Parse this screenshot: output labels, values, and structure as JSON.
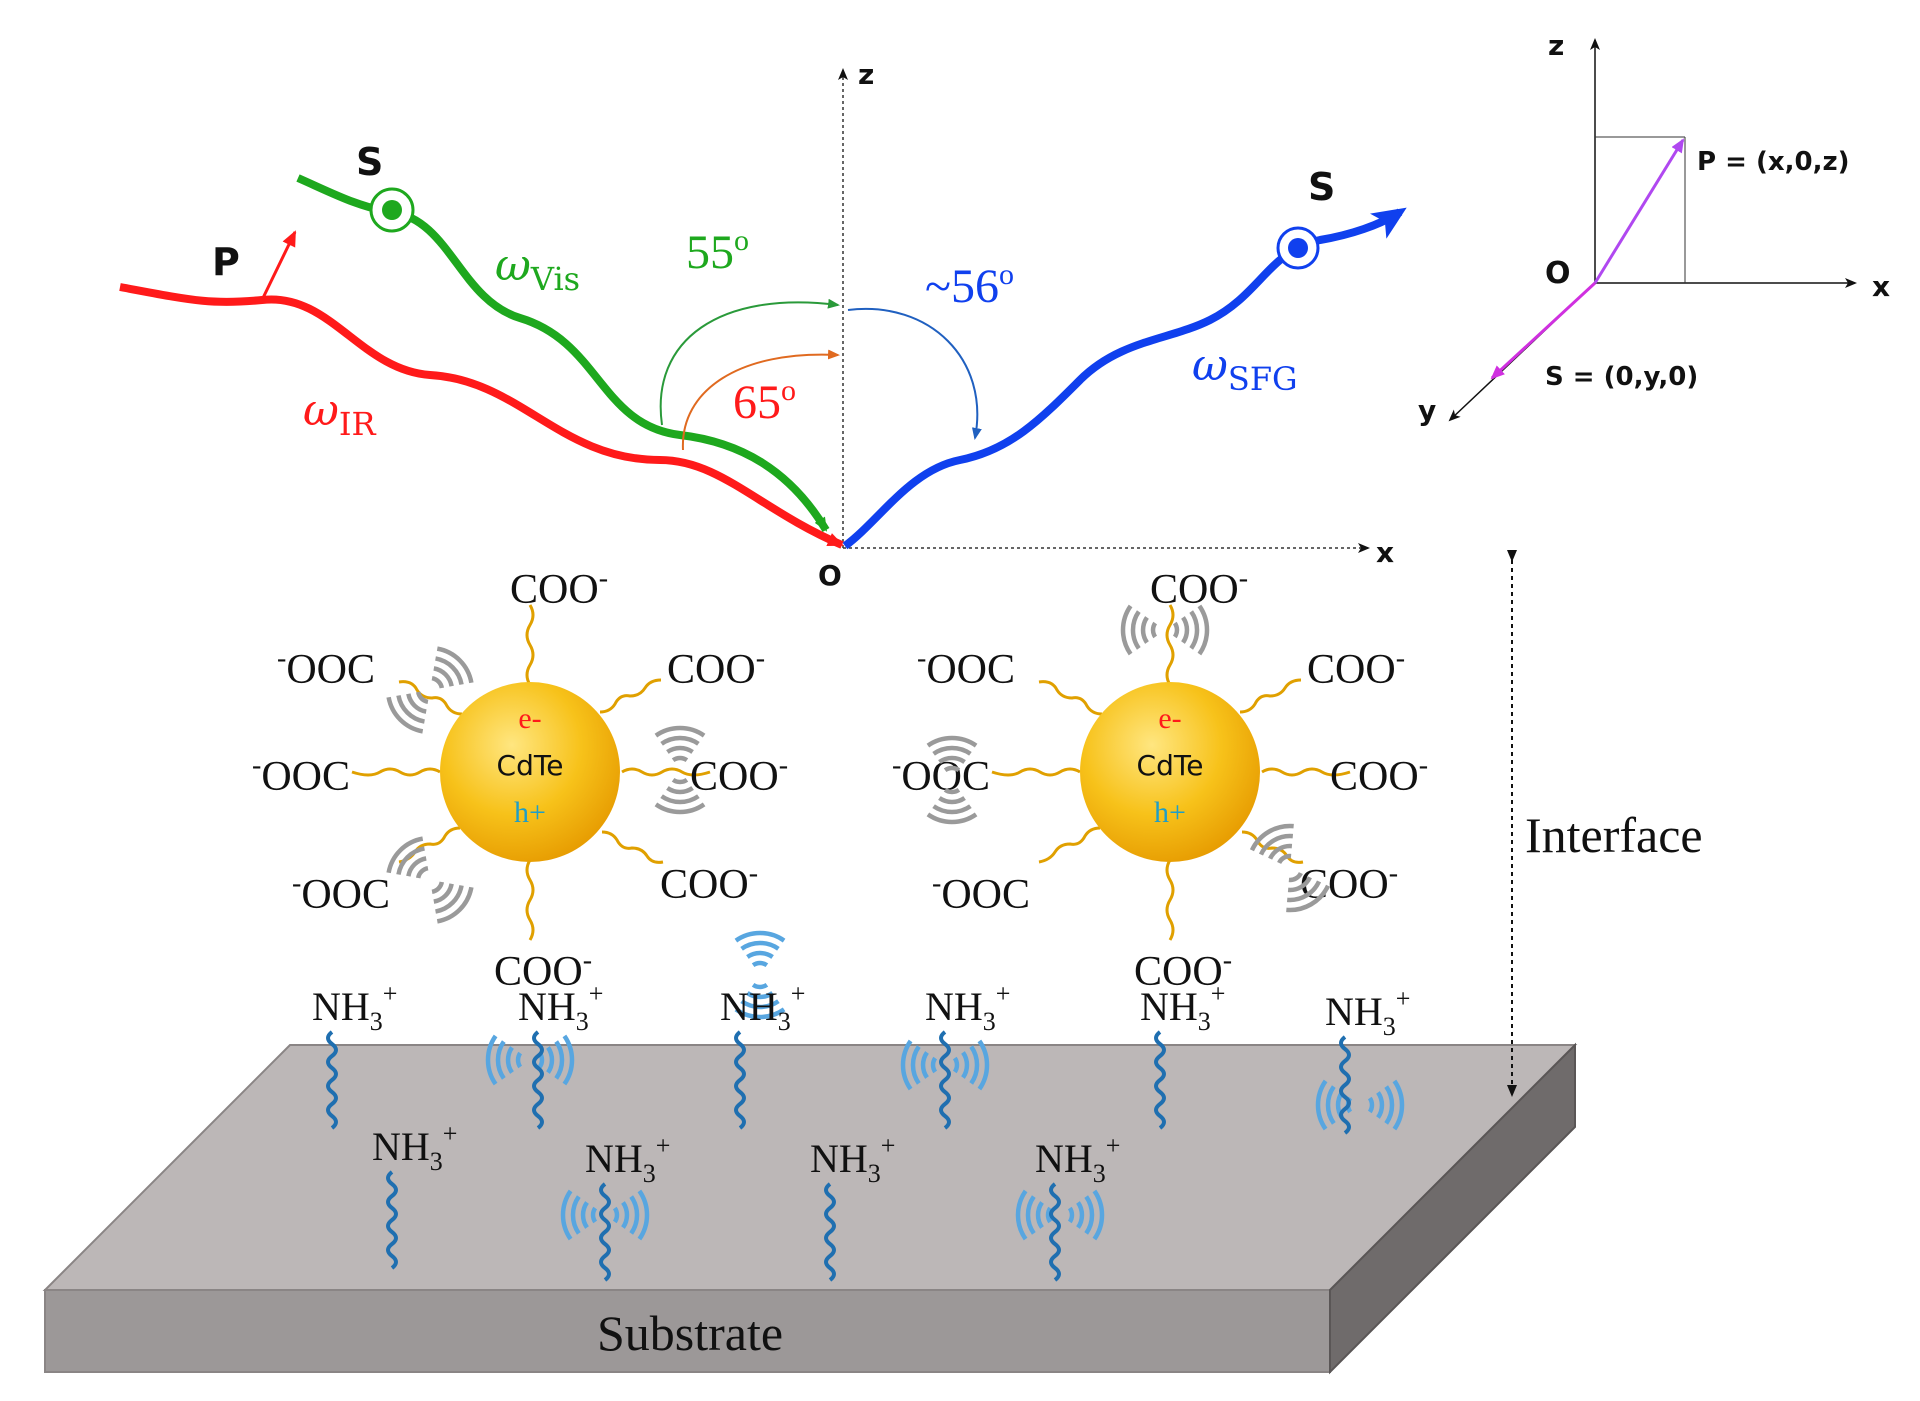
{
  "beams": {
    "ir": {
      "label": "ω",
      "sub": "IR",
      "pol_label": "P",
      "angle": "65o",
      "color": "#ff1a1a"
    },
    "vis": {
      "label": "ω",
      "sub": "Vis",
      "pol_label": "S",
      "angle": "55o",
      "color": "#1ea81e"
    },
    "sfg": {
      "label": "ω",
      "sub": "SFG",
      "pol_label": "S",
      "angle": "~56o",
      "color": "#1040ee"
    }
  },
  "axes": {
    "z": "z",
    "x": "x",
    "origin": "O"
  },
  "inset": {
    "z": "z",
    "x": "x",
    "y": "y",
    "origin": "O",
    "p_vector": "P = (x,0,z)",
    "s_vector": "S = (0,y,0)"
  },
  "nanoparticles": [
    {
      "line1": "e-",
      "line2": "CdTe",
      "line3": "h+"
    },
    {
      "line1": "e-",
      "line2": "CdTe",
      "line3": "h+"
    }
  ],
  "ligands": {
    "coo": "COO",
    "ooc": "OOC",
    "charge_minus": "-",
    "nh3": "NH",
    "nh3_sub": "3",
    "nh3_sup": "+"
  },
  "labels": {
    "interface": "Interface",
    "substrate": "Substrate"
  },
  "colors": {
    "gold": "#f5b800",
    "ligand": "#e0a000",
    "amine_chain": "#1f6fb0",
    "vibration_grey": "#9a9a9a",
    "vibration_blue": "#58a6e0",
    "substrate_top": "#bcb7b7",
    "substrate_front": "#9c9898",
    "inset_vector": "#b048f0"
  }
}
